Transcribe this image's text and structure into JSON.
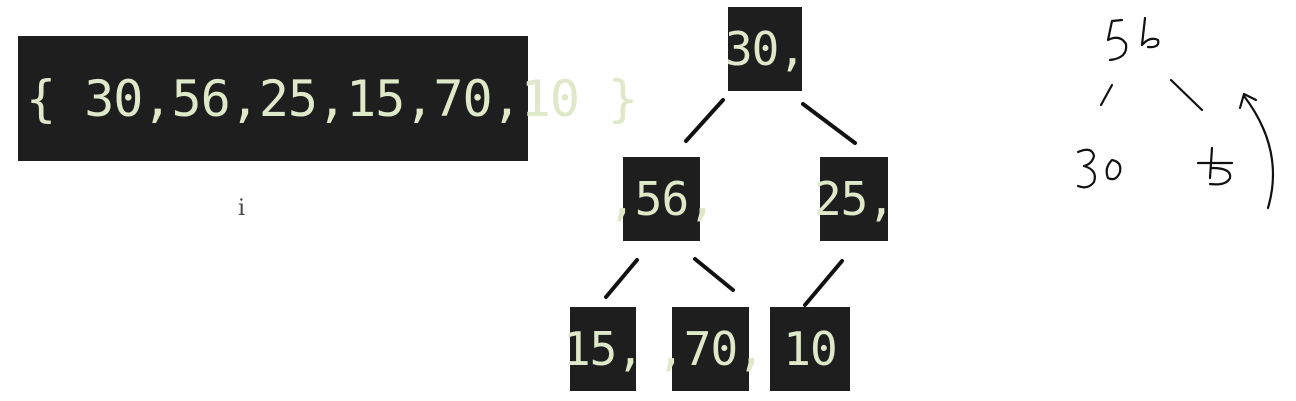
{
  "array_text": "{ 30,56,25,15,70,10 }",
  "cursor_glyph": "i",
  "tree": {
    "root": "30,",
    "level2": [
      ",56,",
      "25,"
    ],
    "level3": [
      "15,",
      ",70,",
      "10"
    ]
  },
  "colors": {
    "code_background": "#1e1e1e",
    "code_text": "#dfe9c9"
  }
}
